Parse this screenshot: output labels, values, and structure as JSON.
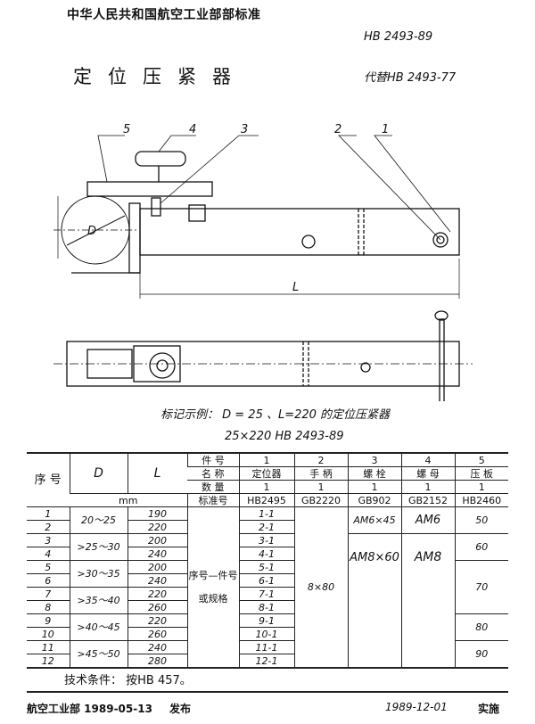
{
  "header": {
    "organization": "中华人民共和国航空工业部部标准",
    "standard_number": "HB 2493-89",
    "title": "定位压紧器",
    "replaces": "代替HB 2493-77"
  },
  "drawing": {
    "callouts": [
      "5",
      "4",
      "3",
      "2",
      "1"
    ],
    "dim_D": "D",
    "dim_L": "L"
  },
  "example": {
    "line1": "标记示例：  D = 25 、L=220 的定位压紧器",
    "line2": "25×220  HB 2493-89"
  },
  "table": {
    "col_seq": "序 号",
    "col_D": "D",
    "col_L": "L",
    "unit": "mm",
    "row_labels": [
      "件  号",
      "名  称",
      "数  量",
      "标准号"
    ],
    "parts": [
      {
        "no": "1",
        "name": "定位器",
        "qty": "1",
        "std": "HB2495"
      },
      {
        "no": "2",
        "name": "手  柄",
        "qty": "1",
        "std": "GB2220"
      },
      {
        "no": "3",
        "name": "螺 栓",
        "qty": "1",
        "std": "GB902"
      },
      {
        "no": "4",
        "name": "螺 母",
        "qty": "1",
        "std": "GB2152"
      },
      {
        "no": "5",
        "name": "压 板",
        "qty": "1",
        "std": "HB2460"
      }
    ],
    "seq_note": "序号—件号\n或规格",
    "rows": [
      {
        "seq": "1",
        "D": "20～25",
        "L": "190",
        "p1": "1-1"
      },
      {
        "seq": "2",
        "D": "",
        "L": "220",
        "p1": "2-1"
      },
      {
        "seq": "3",
        "D": ">25～30",
        "L": "200",
        "p1": "3-1"
      },
      {
        "seq": "4",
        "D": "",
        "L": "240",
        "p1": "4-1"
      },
      {
        "seq": "5",
        "D": ">30～35",
        "L": "200",
        "p1": "5-1"
      },
      {
        "seq": "6",
        "D": "",
        "L": "240",
        "p1": "6-1"
      },
      {
        "seq": "7",
        "D": ">35～40",
        "L": "220",
        "p1": "7-1"
      },
      {
        "seq": "8",
        "D": "",
        "L": "260",
        "p1": "8-1"
      },
      {
        "seq": "9",
        "D": ">40～45",
        "L": "220",
        "p1": "9-1"
      },
      {
        "seq": "10",
        "D": "",
        "L": "260",
        "p1": "10-1"
      },
      {
        "seq": "11",
        "D": ">45～50",
        "L": "240",
        "p1": "11-1"
      },
      {
        "seq": "12",
        "D": "",
        "L": "280",
        "p1": "12-1"
      }
    ],
    "p2_all": "8×80",
    "p3": [
      "AM6×45",
      "AM8×60"
    ],
    "p4": [
      "AM6",
      "AM8"
    ],
    "p5": [
      "50",
      "60",
      "70",
      "80",
      "90"
    ]
  },
  "tech_req": "技术条件：  按HB 457。",
  "footer": {
    "issuer_date": "航空工业部 1989-05-13",
    "issued": "发布",
    "effective_date": "1989-12-01",
    "effective": "实施"
  }
}
